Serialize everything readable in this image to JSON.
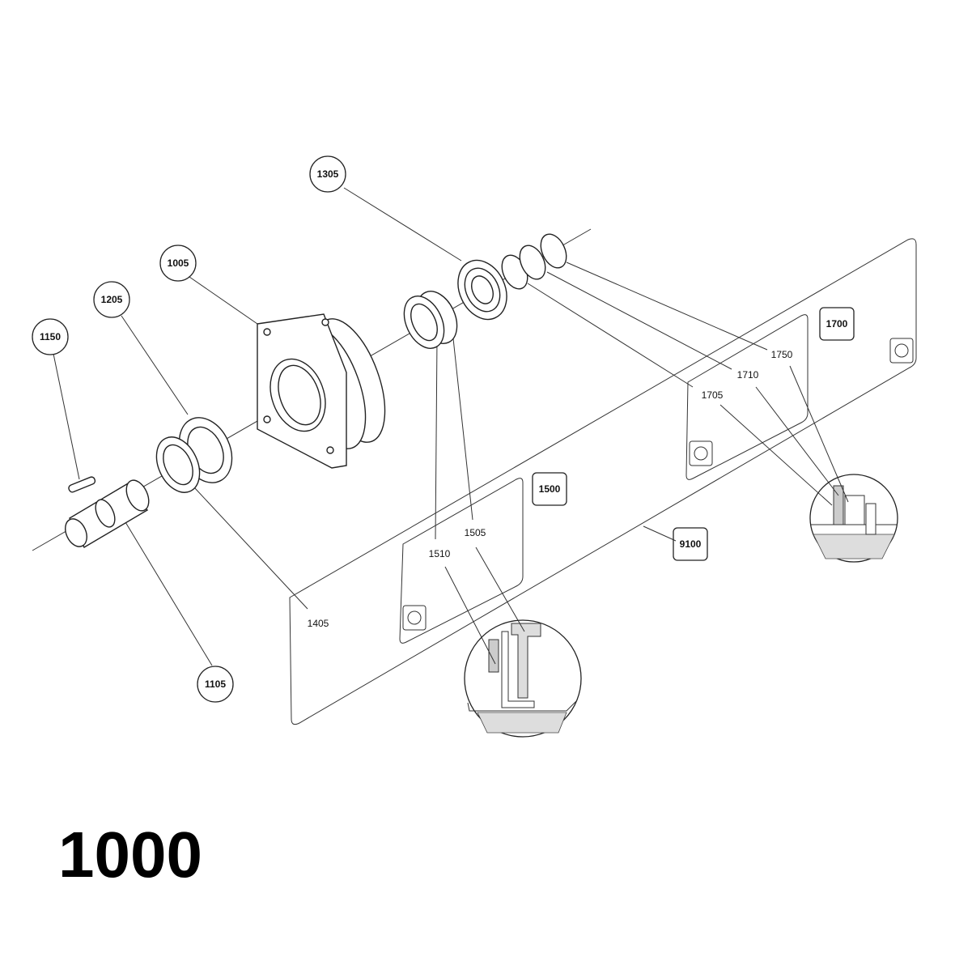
{
  "callouts": {
    "c1305": "1305",
    "c1005": "1005",
    "c1205": "1205",
    "c1150": "1150",
    "c1105": "1105"
  },
  "boxes": {
    "b1700": "1700",
    "b1500": "1500",
    "b9100": "9100"
  },
  "labels": {
    "l1750": "1750",
    "l1710": "1710",
    "l1705": "1705",
    "l1505": "1505",
    "l1510": "1510",
    "l1405": "1405"
  },
  "assembly_number": "1000"
}
